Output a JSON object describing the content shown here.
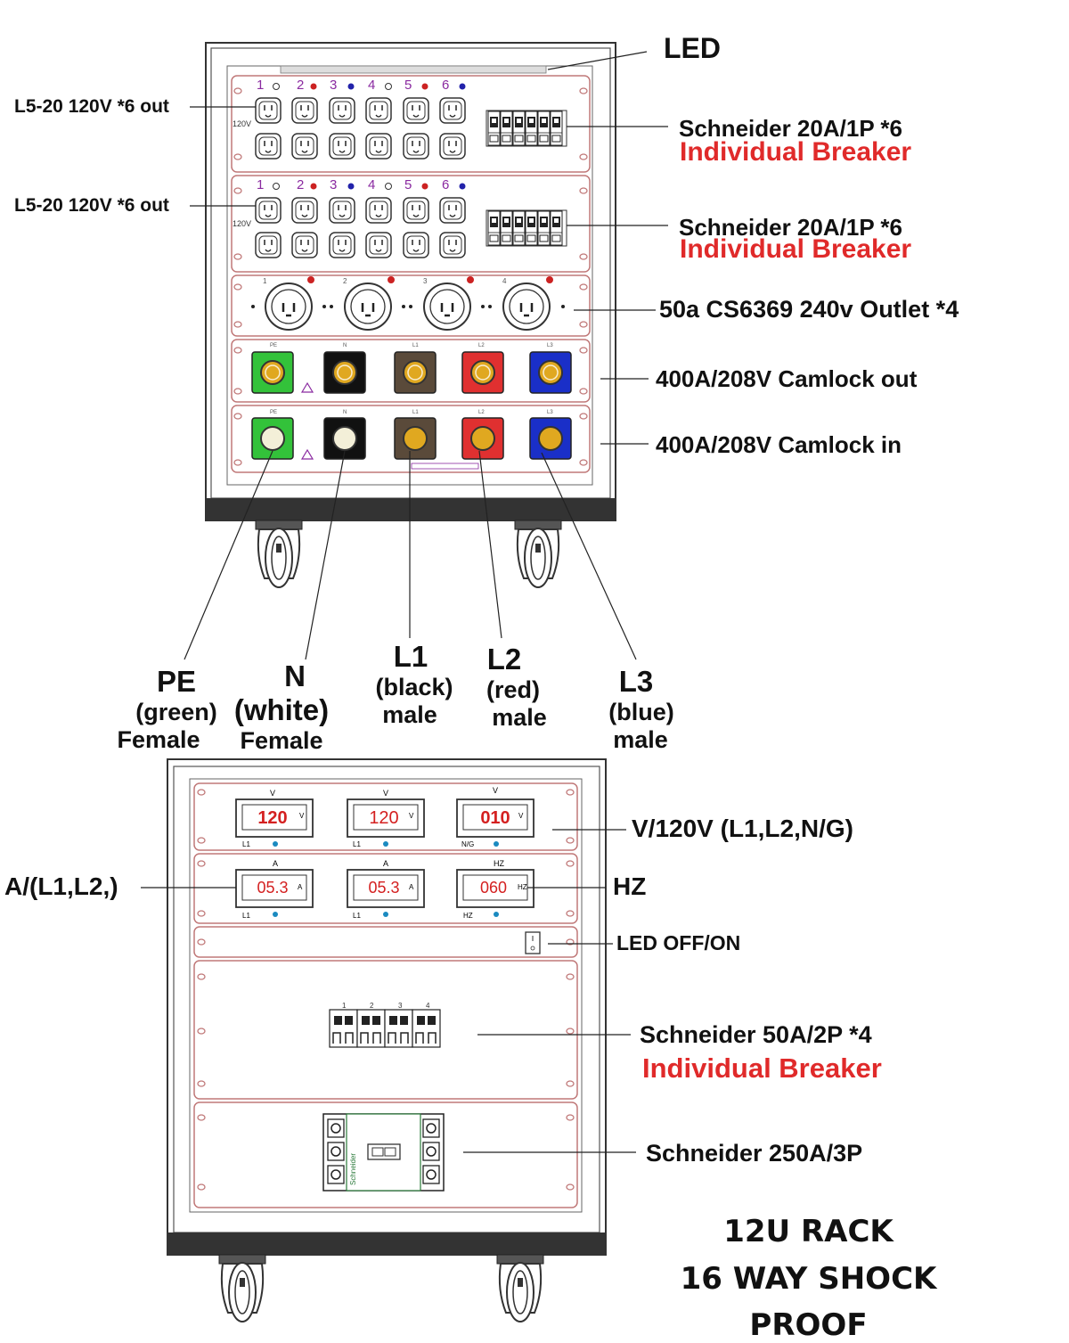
{
  "upper": {
    "led_label": "LED",
    "l520_label_1": "L5-20 120V *6 out",
    "l520_label_2": "L5-20 120V *6 out",
    "breaker_title_1": "Schneider 20A/1P *6",
    "breaker_sub_1": "Individual Breaker",
    "breaker_title_2": "Schneider 20A/1P *6",
    "breaker_sub_2": "Individual Breaker",
    "cs6369_label": "50a CS6369 240v Outlet *4",
    "camlock_out_label": "400A/208V Camlock  out",
    "camlock_in_label": "400A/208V Camlock  in",
    "outlet_numbers": [
      "1",
      "2",
      "3",
      "4",
      "5",
      "6"
    ],
    "panel_voltage": "120V",
    "twistlock_numbers": [
      "1",
      "2",
      "3",
      "4"
    ],
    "camlock_tags": [
      "PE",
      "N",
      "L1",
      "L2",
      "L3"
    ]
  },
  "legend": [
    {
      "title": "PE",
      "line1": "(green)",
      "line2": "Female"
    },
    {
      "title": "N",
      "line1": "(white)",
      "line2": "Female"
    },
    {
      "title": "L1",
      "line1": "(black)",
      "line2": "male"
    },
    {
      "title": "L2",
      "line1": "(red)",
      "line2": "male"
    },
    {
      "title": "L3",
      "line1": "(blue)",
      "line2": "male"
    }
  ],
  "lower": {
    "v_label": "V/120V (L1,L2,N/G)",
    "a_label": "A/(L1,L2,)",
    "hz_label": "HZ",
    "led_switch_label": "LED OFF/ON",
    "breaker50_title": "Schneider 50A/2P *4",
    "breaker50_sub": "Individual Breaker",
    "main_breaker_label": "Schneider 250A/3P",
    "main_breaker_brand": "Schneider",
    "voltmeters": [
      {
        "top": "V",
        "value": "120",
        "unit": "V",
        "tag": "L1"
      },
      {
        "top": "V",
        "value": "120",
        "unit": "V",
        "tag": "L1"
      },
      {
        "top": "V",
        "value": "010",
        "unit": "V",
        "tag": "N/G"
      }
    ],
    "meters2": [
      {
        "top": "A",
        "value": "05.3",
        "unit": "A",
        "tag": "L1"
      },
      {
        "top": "A",
        "value": "05.3",
        "unit": "A",
        "tag": "L1"
      },
      {
        "top": "HZ",
        "value": "060",
        "unit": "HZ",
        "tag": "HZ"
      }
    ],
    "breaker_numbers": [
      "1",
      "2",
      "3",
      "4"
    ]
  },
  "footer": {
    "line1": "12U RACK",
    "line2": "16 WAY SHOCK",
    "line3": "PROOF"
  },
  "colors": {
    "panel_line": "#c07878",
    "pe_green": "#33c23a",
    "l2_red": "#e03030",
    "l3_blue": "#1a2fc8",
    "l1_brown": "#5a4a3a",
    "accent_red": "#e02a2a"
  }
}
